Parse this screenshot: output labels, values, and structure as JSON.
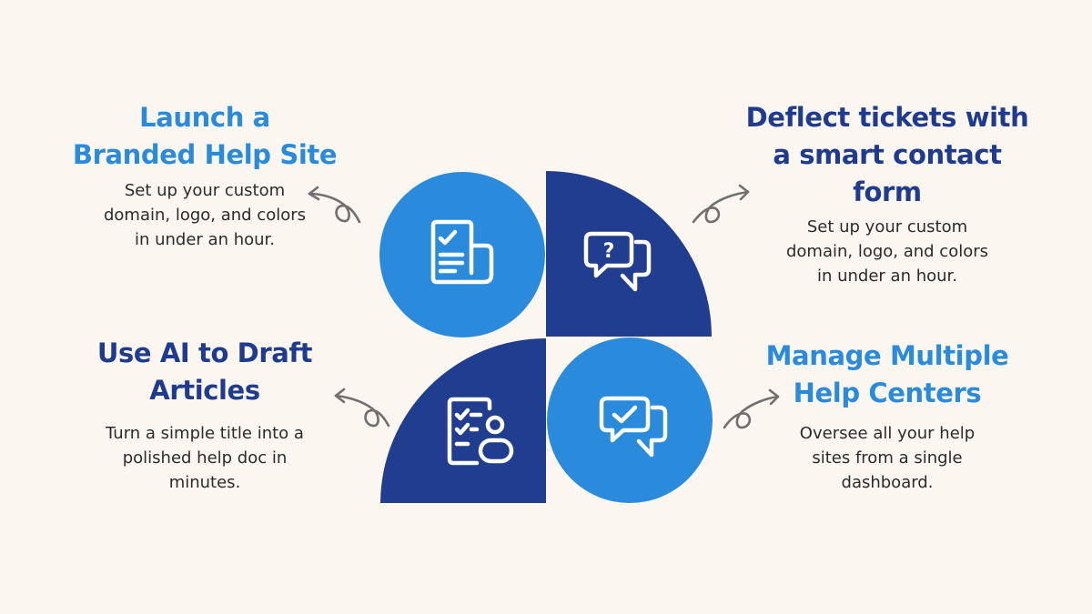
{
  "colors": {
    "background": "#fbf6f0",
    "light_blue": "#2a8bdc",
    "dark_blue": "#213d8f",
    "arrow": "#6f6f6f",
    "body_text": "#2b2b2b"
  },
  "features": [
    {
      "id": "top-left",
      "title": "Launch a Branded Help Site",
      "title_lines": [
        "Launch a",
        "Branded Help Site"
      ],
      "desc_lines": [
        "Set up your custom",
        "domain, logo, and colors",
        "in under an hour."
      ],
      "icon": "document-check-icon"
    },
    {
      "id": "top-right",
      "title": "Deflect tickets with a smart contact form",
      "title_lines": [
        "Deflect tickets with",
        "a smart contact",
        "form"
      ],
      "desc_lines": [
        "Set up your custom",
        "domain, logo, and colors",
        "in under an hour."
      ],
      "icon": "chat-question-icon"
    },
    {
      "id": "bottom-left",
      "title": "Use AI to Draft Articles",
      "title_lines": [
        "Use AI to Draft",
        "Articles"
      ],
      "desc_lines": [
        "Turn a simple title into a",
        "polished help doc in",
        "minutes."
      ],
      "icon": "checklist-user-icon"
    },
    {
      "id": "bottom-right",
      "title": "Manage Multiple Help Centers",
      "title_lines": [
        "Manage Multiple",
        "Help Centers"
      ],
      "desc_lines": [
        "Oversee all your help",
        "sites from a single",
        "dashboard."
      ],
      "icon": "chat-check-icon"
    }
  ]
}
